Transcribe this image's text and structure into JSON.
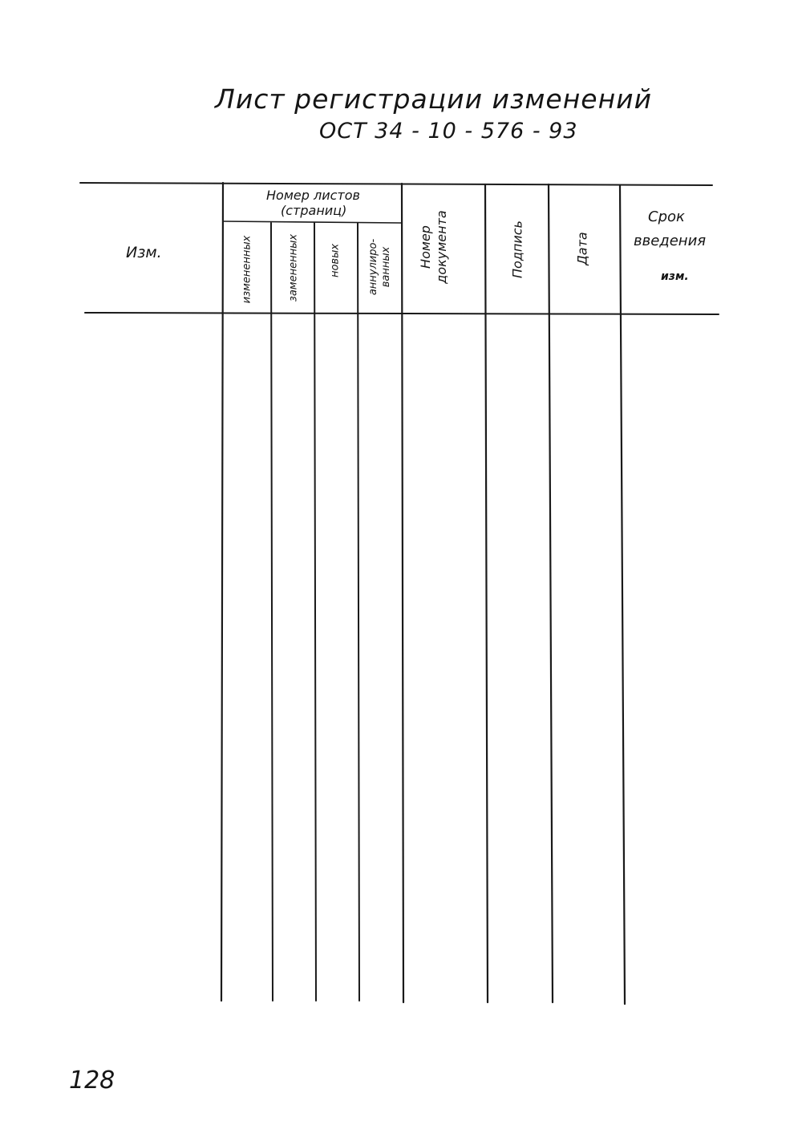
{
  "document": {
    "title": "Лист регистрации изменений",
    "designation": "ОСТ 34 - 10 - 576 - 93",
    "page_number": "128"
  },
  "table": {
    "col_change": "Изм.",
    "group_header_line1": "Номер листов",
    "group_header_line2": "(страниц)",
    "col_changed": "измененных",
    "col_replaced": "замененных",
    "col_new": "новых",
    "col_annulled_line1": "аннулиро-",
    "col_annulled_line2": "ванных",
    "col_docnum_line1": "Номер",
    "col_docnum_line2": "документа",
    "col_signature": "Подпись",
    "col_date": "Дата",
    "col_term_line1": "Срок",
    "col_term_line2": "введения",
    "col_term_line3": "изм."
  }
}
